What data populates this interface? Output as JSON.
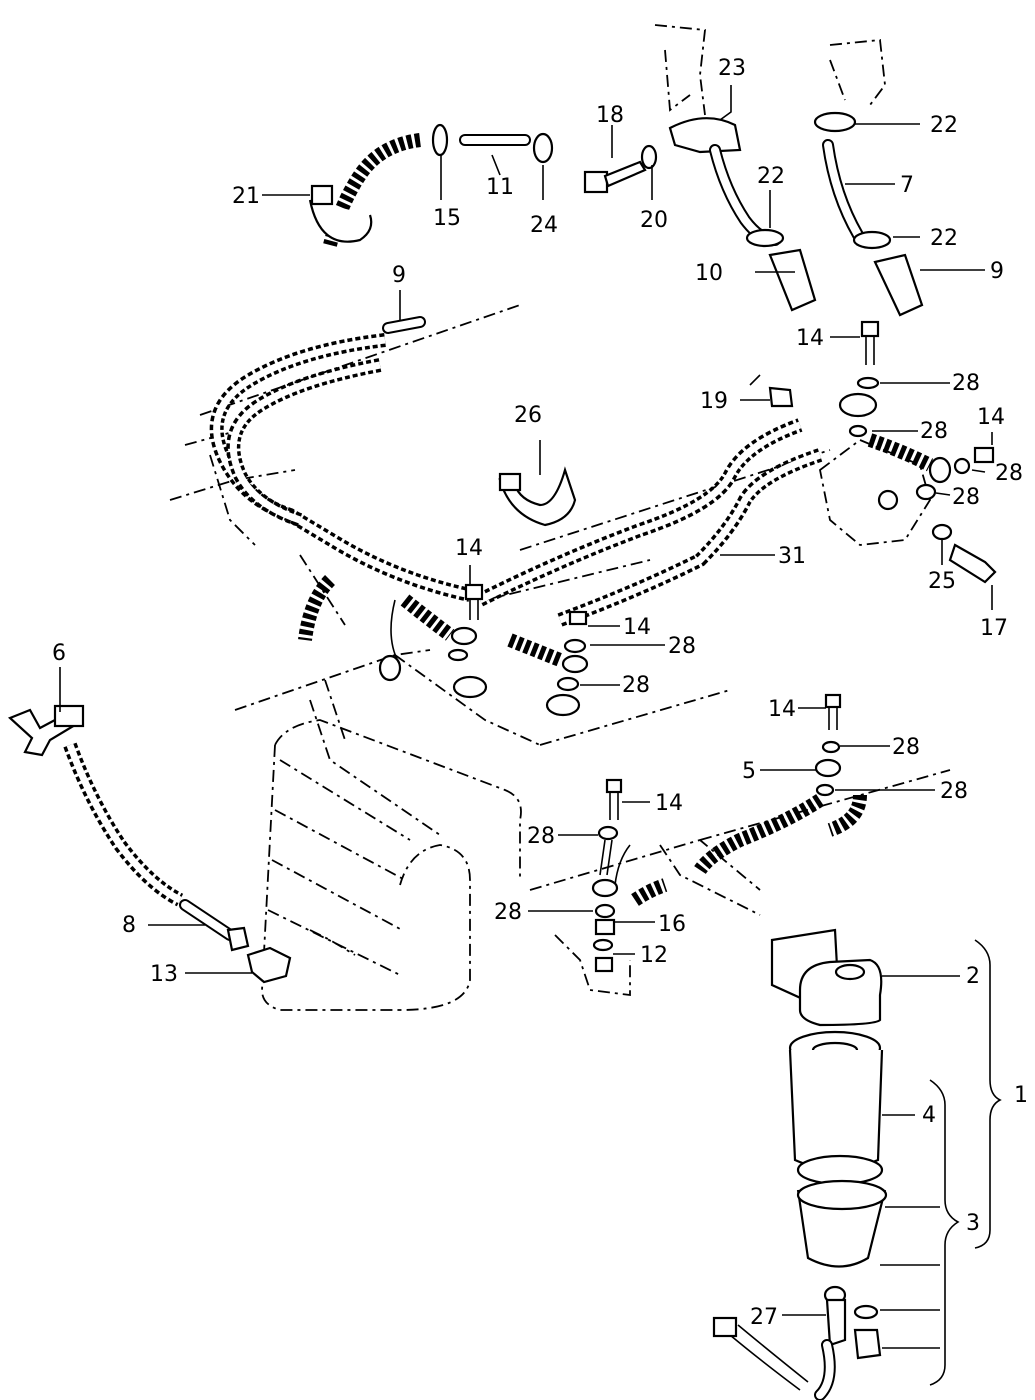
{
  "diagram": {
    "labels": {
      "l1": "1",
      "l2": "2",
      "l3": "3",
      "l4": "4",
      "l5": "5",
      "l6": "6",
      "l7": "7",
      "l8": "8",
      "l9a": "9",
      "l9b": "9",
      "l10": "10",
      "l11": "11",
      "l12": "12",
      "l13": "13",
      "l14a": "14",
      "l14b": "14",
      "l14c": "14",
      "l14d": "14",
      "l14e": "14",
      "l14f": "14",
      "l15": "15",
      "l16": "16",
      "l17": "17",
      "l18": "18",
      "l19": "19",
      "l20": "20",
      "l21": "21",
      "l22a": "22",
      "l22b": "22",
      "l22c": "22",
      "l23": "23",
      "l24": "24",
      "l25": "25",
      "l26": "26",
      "l27": "27",
      "l28a": "28",
      "l28b": "28",
      "l28c": "28",
      "l28d": "28",
      "l28e": "28",
      "l28f": "28",
      "l28g": "28",
      "l28h": "28",
      "l28i": "28",
      "l28j": "28",
      "l31": "31"
    }
  }
}
